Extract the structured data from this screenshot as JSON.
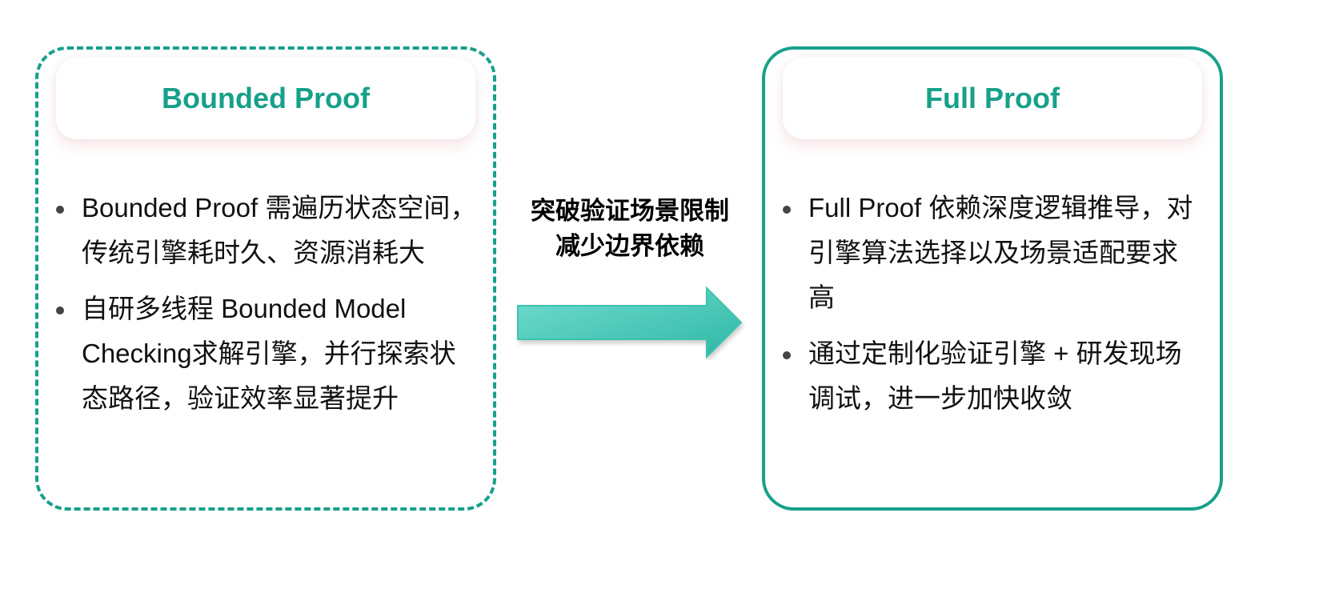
{
  "left": {
    "title": "Bounded Proof",
    "bullets": [
      "Bounded Proof 需遍历状态空间，传统引擎耗时久、资源消耗大",
      "自研多线程 Bounded Model Checking求解引擎，并行探索状态路径，验证效率显著提升"
    ]
  },
  "middle": {
    "line1": "突破验证场景限制",
    "line2": "减少边界依赖"
  },
  "right": {
    "title": "Full Proof",
    "bullets": [
      "Full Proof 依赖深度逻辑推导，对引擎算法选择以及场景适配要求高",
      "通过定制化验证引擎 + 研发现场调试，进一步加快收敛"
    ]
  },
  "colors": {
    "accent": "#17a08a",
    "arrow_start": "#72dccf",
    "arrow_end": "#2fb8a6"
  }
}
